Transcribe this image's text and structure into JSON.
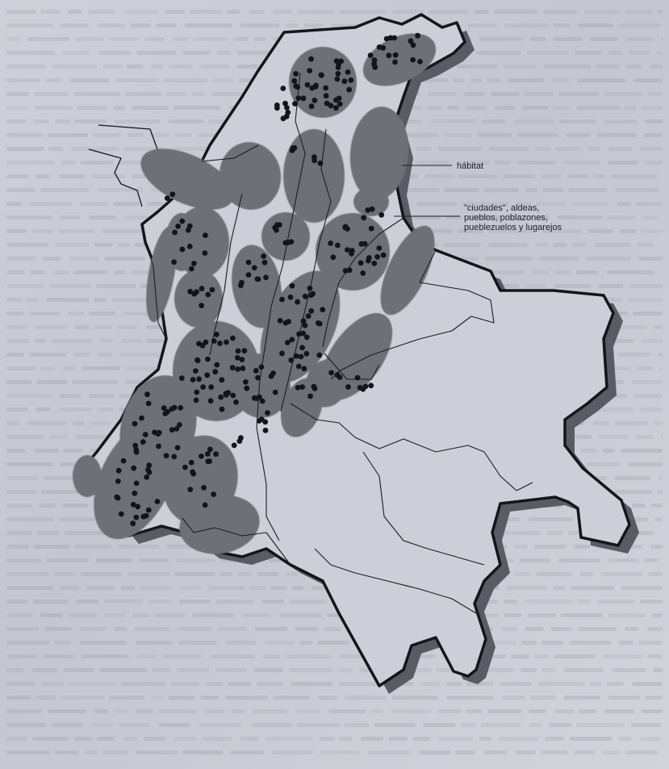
{
  "legend": {
    "habitat_label": "hábitat",
    "settlements_label": "\"ciudades\", aldeas,\npueblos, poblazones,\npueblezuelos y lugarejos"
  },
  "colors": {
    "paper": "#cfd0d9",
    "habitat_fill": "#6e6f78",
    "settlement_dot": "#14141c",
    "border_line": "#15151d",
    "bleed_text": "#9c9eaa"
  },
  "map": {
    "subject": "Colombia",
    "features": [
      "country-outline",
      "habitat-zones",
      "settlement-dots",
      "rivers",
      "internal-divisions"
    ]
  }
}
